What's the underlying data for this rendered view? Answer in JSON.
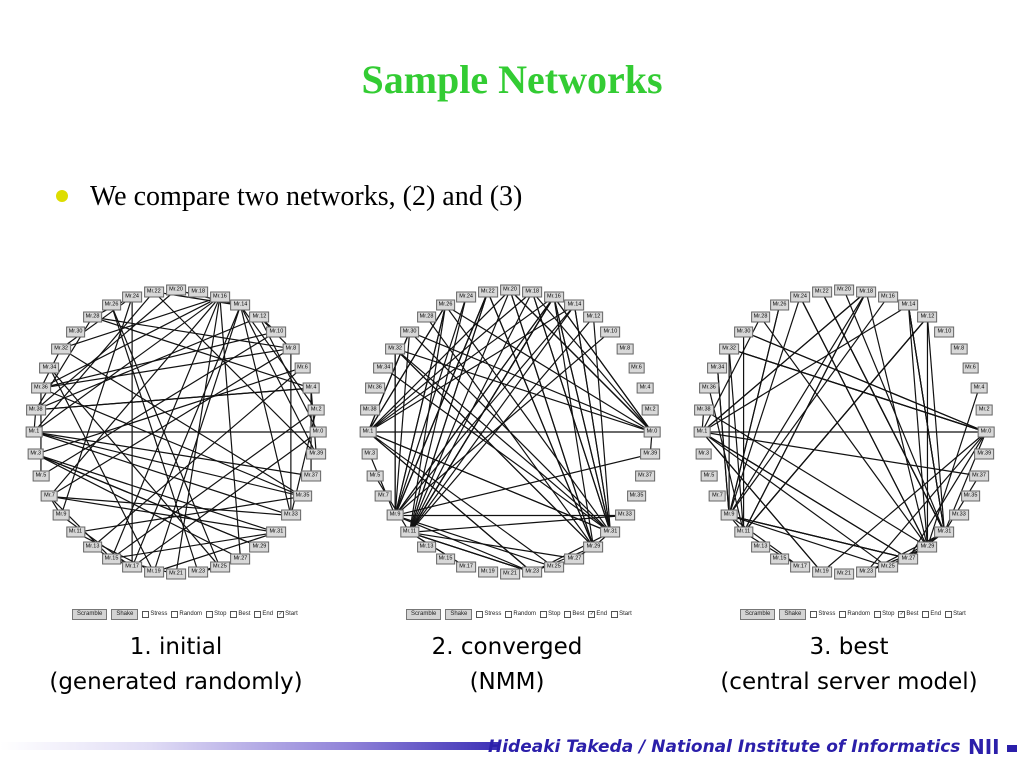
{
  "slide": {
    "title": "Sample Networks",
    "bullet": "We compare two networks, (2) and (3)"
  },
  "networks": [
    {
      "caption_line1": "1. initial",
      "caption_line2": "(generated randomly)",
      "controls": [
        {
          "type": "button",
          "label": "Scramble"
        },
        {
          "type": "button",
          "label": "Shake"
        },
        {
          "type": "check",
          "label": "Stress",
          "checked": false
        },
        {
          "type": "check",
          "label": "Random",
          "checked": false
        },
        {
          "type": "check",
          "label": "Stop",
          "checked": false
        },
        {
          "type": "check",
          "label": "Best",
          "checked": false
        },
        {
          "type": "check",
          "label": "End",
          "checked": false
        },
        {
          "type": "check",
          "label": "Start",
          "checked": true
        }
      ]
    },
    {
      "caption_line1": "2. converged",
      "caption_line2": "(NMM)",
      "controls": [
        {
          "type": "button",
          "label": "Scramble"
        },
        {
          "type": "button",
          "label": "Shake"
        },
        {
          "type": "check",
          "label": "Stress",
          "checked": false
        },
        {
          "type": "check",
          "label": "Random",
          "checked": false
        },
        {
          "type": "check",
          "label": "Stop",
          "checked": false
        },
        {
          "type": "check",
          "label": "Best",
          "checked": false
        },
        {
          "type": "check",
          "label": "End",
          "checked": true
        },
        {
          "type": "check",
          "label": "Start",
          "checked": false
        }
      ]
    },
    {
      "caption_line1": "3. best",
      "caption_line2": "(central server model)",
      "controls": [
        {
          "type": "button",
          "label": "Scramble"
        },
        {
          "type": "button",
          "label": "Shake"
        },
        {
          "type": "check",
          "label": "Stress",
          "checked": false
        },
        {
          "type": "check",
          "label": "Random",
          "checked": false
        },
        {
          "type": "check",
          "label": "Stop",
          "checked": false
        },
        {
          "type": "check",
          "label": "Best",
          "checked": true
        },
        {
          "type": "check",
          "label": "End",
          "checked": false
        },
        {
          "type": "check",
          "label": "Start",
          "checked": false
        }
      ]
    }
  ],
  "node_labels": [
    "Mr.0",
    "Mr.1",
    "Mr.2",
    "Mr.3",
    "Mr.4",
    "Mr.5",
    "Mr.6",
    "Mr.7",
    "Mr.8",
    "Mr.9",
    "Mr.10",
    "Mr.11",
    "Mr.12",
    "Mr.13",
    "Mr.14",
    "Mr.15",
    "Mr.16",
    "Mr.17",
    "Mr.18",
    "Mr.19",
    "Mr.20",
    "Mr.21",
    "Mr.22",
    "Mr.23",
    "Mr.24",
    "Mr.25",
    "Mr.26",
    "Mr.27",
    "Mr.28",
    "Mr.29",
    "Mr.30",
    "Mr.31",
    "Mr.32",
    "Mr.33",
    "Mr.34",
    "Mr.35",
    "Mr.36",
    "Mr.37",
    "Mr.38",
    "Mr.39"
  ],
  "footer": {
    "credit": "Hideaki Takeda / National Institute of Informatics",
    "logo": "NII"
  },
  "colors": {
    "title": "#33cc33",
    "bullet": "#dddd00",
    "footer": "#2b1faa"
  }
}
